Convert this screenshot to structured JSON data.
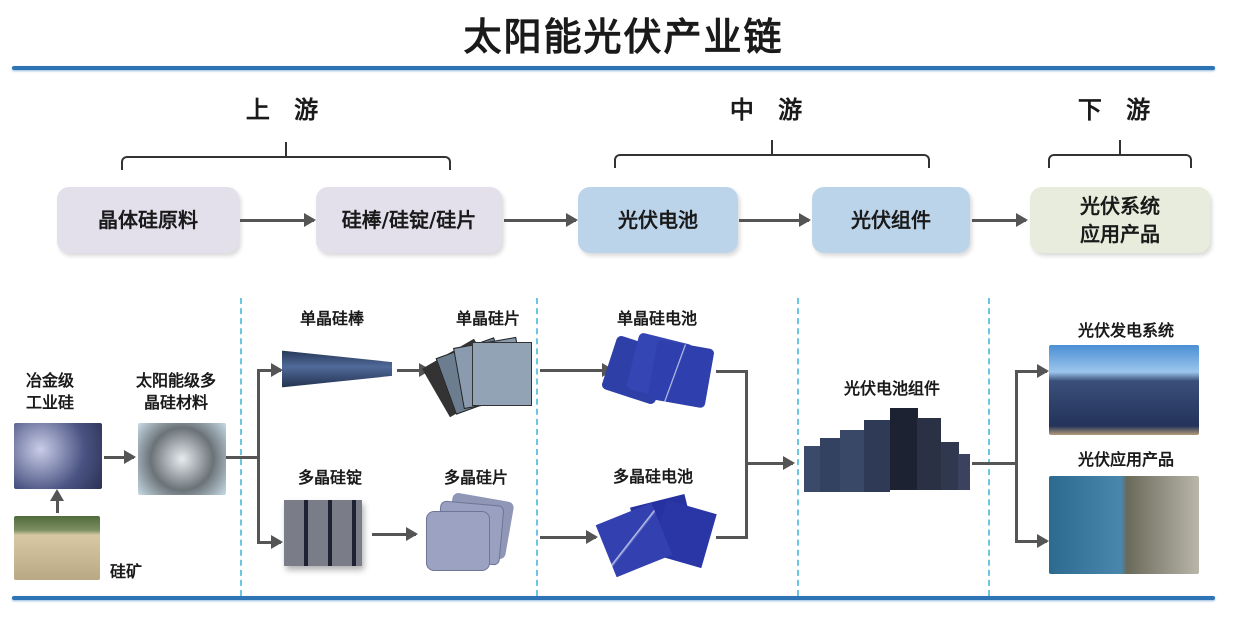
{
  "title": "太阳能光伏产业链",
  "stages": {
    "upstream": "上 游",
    "midstream": "中 游",
    "downstream": "下 游"
  },
  "flow_boxes": [
    {
      "label": "晶体硅原料"
    },
    {
      "label": "硅棒/硅锭/硅片"
    },
    {
      "label": "光伏电池"
    },
    {
      "label": "光伏组件"
    },
    {
      "label_line1": "光伏系统",
      "label_line2": "应用产品"
    }
  ],
  "detail": {
    "metallurgical_si": {
      "line1": "冶金级",
      "line2": "工业硅"
    },
    "solar_poly_si": {
      "line1": "太阳能级多",
      "line2": "晶硅材料"
    },
    "silicon_ore": "硅矿",
    "mono_rod": "单晶硅棒",
    "mono_wafer": "单晶硅片",
    "poly_ingot": "多晶硅锭",
    "poly_wafer": "多晶硅片",
    "mono_cell": "单晶硅电池",
    "poly_cell": "多晶硅电池",
    "pv_module": "光伏电池组件",
    "pv_power_system": "光伏发电系统",
    "pv_products": "光伏应用产品"
  },
  "colors": {
    "rule": "#2e74b5",
    "upstream_box": "#e3e0ec",
    "midstream_box": "#bcd4ea",
    "downstream_box": "#e7ecdc",
    "divider": "#6cc6e0"
  }
}
